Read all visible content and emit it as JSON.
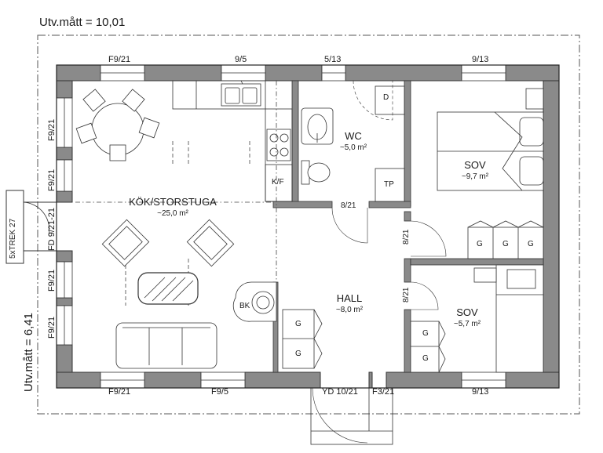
{
  "dimensions": {
    "width_label": "Utv.mått = 10,01",
    "height_label": "Utv.mått = 6,41"
  },
  "rooms": {
    "kitchen": {
      "name": "KÖK/STORSTUGA",
      "area": "~25,0 m²"
    },
    "wc": {
      "name": "WC",
      "area": "~5,0 m²"
    },
    "sov1": {
      "name": "SOV",
      "area": "~9,7 m²"
    },
    "hall": {
      "name": "HALL",
      "area": "~8,0 m²"
    },
    "sov2": {
      "name": "SOV",
      "area": "~5,7 m²"
    }
  },
  "openings": {
    "top_f921": "F9/21",
    "top_95": "9/5",
    "top_513": "5/13",
    "top_913": "9/13",
    "bottom_f921": "F9/21",
    "bottom_f95": "F9/5",
    "bottom_yd": "YD 10/21",
    "bottom_f321": "F3/21",
    "bottom_913": "9/13",
    "left_f921_a": "F9/21",
    "left_f921_b": "F9/21",
    "left_fd": "FD 9/21-21",
    "left_f921_c": "F9/21",
    "left_f921_d": "F9/21",
    "door_wc": "8/21",
    "door_sov1": "8/21",
    "door_sov2": "8/21"
  },
  "fixtures": {
    "stairs": "5xTREK 27",
    "door_d": "D",
    "tp": "TP",
    "kf": "K/F",
    "bk": "BK",
    "g": "G"
  }
}
